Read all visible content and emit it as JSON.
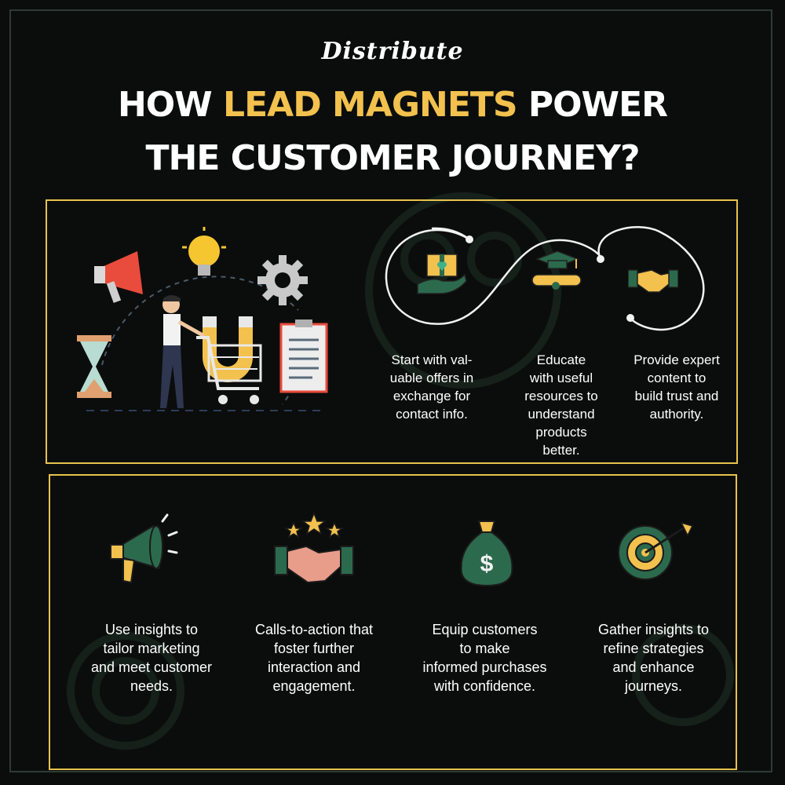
{
  "brand": "Distribute",
  "headline": {
    "line1_pre": "HOW ",
    "line1_highlight": "LEAD MAGNETS",
    "line1_post": " POWER",
    "line2": "THE  CUSTOMER JOURNEY?"
  },
  "colors": {
    "background": "#0b0d0c",
    "accent_gold": "#e7c24d",
    "highlight": "#f2c14e",
    "teal": "#2c6a4e",
    "text": "#ffffff"
  },
  "journey": [
    {
      "icon": "gift-hand-icon",
      "caption_lines": [
        "Start with val-",
        "uable offers in",
        "exchange for",
        "contact info."
      ]
    },
    {
      "icon": "graduation-diploma-icon",
      "caption_lines": [
        "Educate",
        "with useful",
        "resources to",
        "understand",
        "products",
        "better."
      ]
    },
    {
      "icon": "handshake-icon",
      "caption_lines": [
        "Provide expert",
        "content to",
        "build trust and",
        "authority."
      ]
    }
  ],
  "illustration": {
    "icons": [
      "megaphone-icon",
      "lightbulb-icon",
      "gear-icon",
      "hourglass-icon",
      "magnet-icon",
      "clipboard-icon",
      "shopping-cart-icon",
      "person-icon"
    ]
  },
  "features": [
    {
      "icon": "megaphone-icon",
      "caption_lines": [
        "Use insights to",
        "tailor marketing",
        "and meet customer",
        "needs."
      ]
    },
    {
      "icon": "handshake-stars-icon",
      "caption_lines": [
        "Calls-to-action that",
        "foster further",
        "interaction and",
        "engagement."
      ]
    },
    {
      "icon": "money-bag-icon",
      "caption_lines": [
        "Equip customers",
        "to make",
        "informed purchases",
        "with confidence."
      ]
    },
    {
      "icon": "target-icon",
      "caption_lines": [
        "Gather insights to",
        "refine strategies",
        "and enhance",
        "journeys."
      ]
    }
  ]
}
